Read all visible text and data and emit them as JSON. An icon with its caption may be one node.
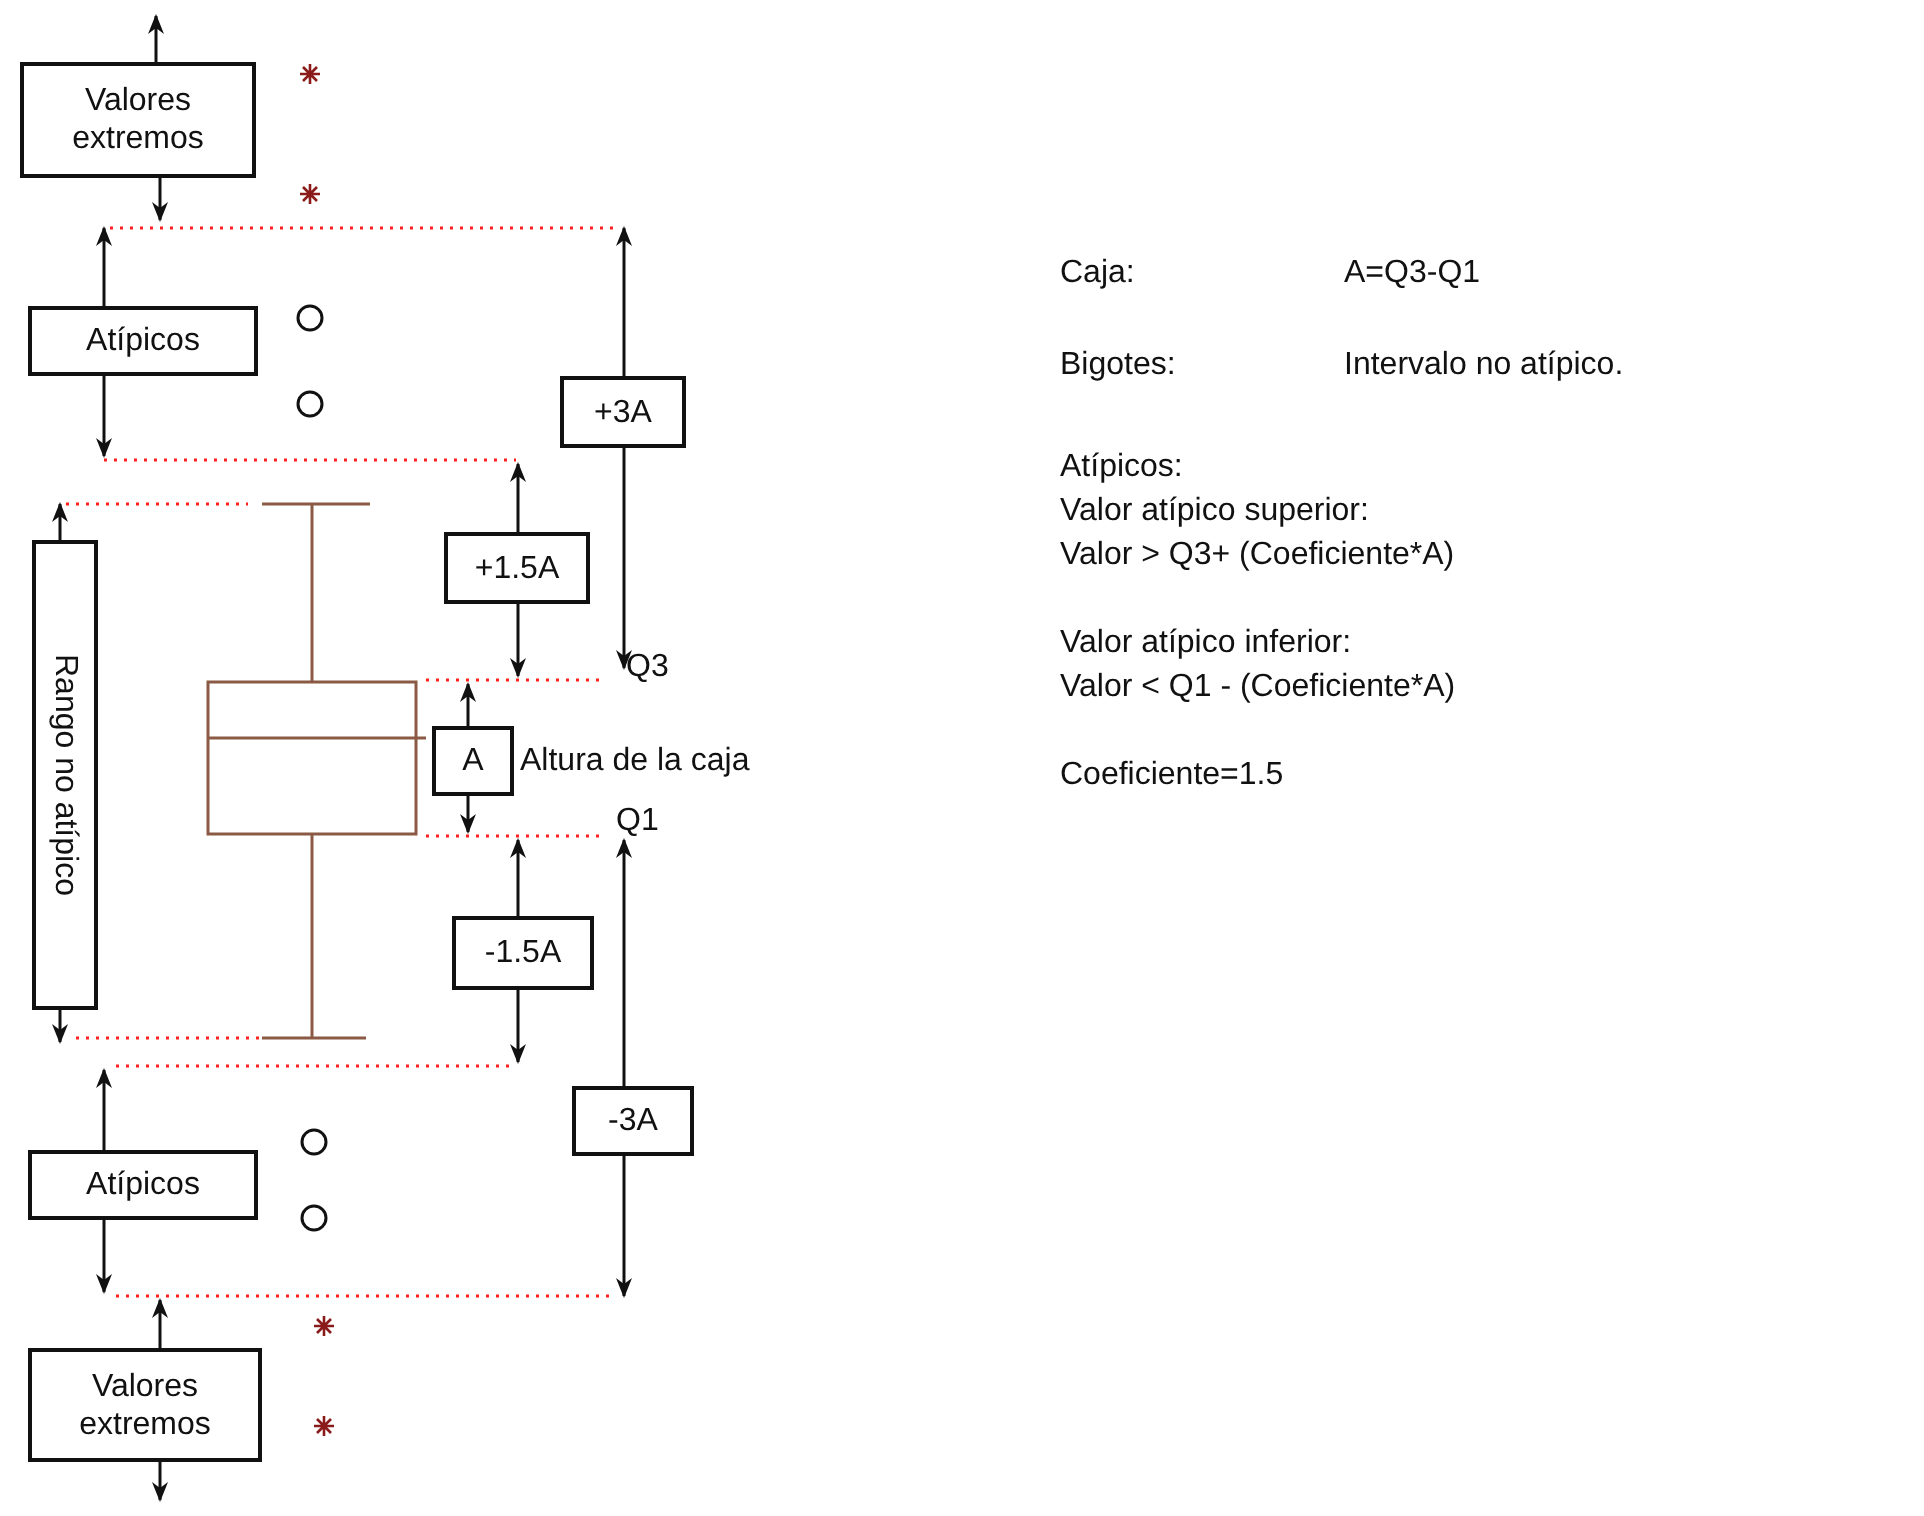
{
  "diagram": {
    "nodes": [
      {
        "text": [
          "Valores extremos"
        ]
      },
      {
        "text": [
          "Atípicos"
        ]
      },
      {
        "text": [
          "+3A"
        ]
      },
      {
        "text": [
          "Rango no atípico"
        ]
      },
      {
        "text": [
          "+1.5A"
        ]
      },
      {
        "text": [
          "A"
        ],
        "beside": [
          "Altura de la caja"
        ]
      },
      {
        "text": [
          "-1.5A"
        ]
      },
      {
        "text": [
          "-3A"
        ]
      },
      {
        "text": [
          "Atípicos"
        ]
      },
      {
        "text": [
          "Valores extremos"
        ]
      }
    ],
    "labels": [
      "Caja:",
      "A=Q3-Q1",
      "Bigotes:",
      "Intervalo no atípico.",
      "Atípicos:",
      "Valor atípico superior:",
      "Valor > Q3+ (Coeficiente*A)",
      "Valor atípico inferior:",
      "Q3",
      "Valor < Q1 - (Coeficiente*A)",
      "Coeficiente=1.5",
      "Q1"
    ]
  }
}
